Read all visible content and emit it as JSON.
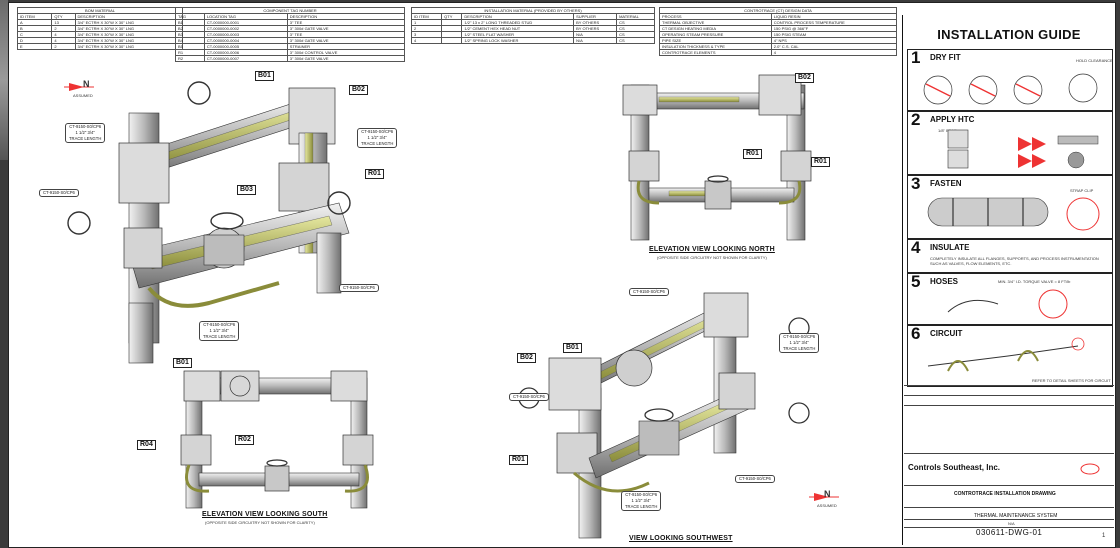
{
  "sheet": {
    "bom_table": {
      "caption": "BOM MATERIAL",
      "headers": [
        "ID ITEM",
        "QTY",
        "DESCRIPTION"
      ],
      "rows": [
        [
          "A",
          "13",
          "3/4\" ECTRH X 30\"W X 30\" LNG"
        ],
        [
          "B",
          "2",
          "3/4\" ECTRH X 30\"W X 30\" LNG"
        ],
        [
          "C",
          "4",
          "3/4\" ECTRH X 30\"W X 30\" LNG"
        ],
        [
          "D",
          "4",
          "3/4\" ECTRH X 30\"W X 30\" LNG"
        ],
        [
          "E",
          "2",
          "3/4\" ECTRH X 30\"W X 30\" LNG"
        ]
      ]
    },
    "component_table": {
      "caption": "COMPONENT TAG NUMBER",
      "headers": [
        "TAG",
        "LOCATION TAG",
        "DESCRIPTION"
      ],
      "rows": [
        [
          "B1",
          "CT-0000000-0001",
          "3\" TEE"
        ],
        [
          "B2",
          "CT-0000000-0002",
          "3\" 300# GATE VALVE"
        ],
        [
          "B3",
          "CT-0000000-0003",
          "3\" TEE"
        ],
        [
          "B4",
          "CT-0000000-0004",
          "3\" 300# GATE VALVE"
        ],
        [
          "B5",
          "CT-0000000-0005",
          "STRAINER"
        ],
        [
          "R1",
          "CT-0000000-0006",
          "3\" 300# CONTROL VALVE"
        ],
        [
          "R2",
          "CT-0000000-0007",
          "3\" 300# GATE VALVE"
        ]
      ]
    },
    "install_table": {
      "caption": "INSTALLATION MATERIAL (PROVIDED BY OTHERS)",
      "headers": [
        "ID ITEM",
        "QTY",
        "DESCRIPTION",
        "SUPPLIER",
        "MATERIAL"
      ],
      "rows": [
        [
          "1",
          "",
          "1/2\" 13 x 2\" LONG THREADED STUD",
          "BY OTHERS",
          "CS"
        ],
        [
          "2",
          "",
          "1/2\" CEMENT HEX HEAD NUT",
          "BY OTHERS",
          "CS"
        ],
        [
          "3",
          "",
          "1/2\" STEEL FLAT WASHER",
          "N/A",
          "CS"
        ],
        [
          "4",
          "",
          "1/2\" SPRING LOCK WASHER",
          "N/A",
          "CS"
        ]
      ]
    },
    "design_table": {
      "caption": "CONTROTRACE (CT) DESIGN DATA",
      "rows": [
        [
          "PROCESS",
          "LIQUID RESIN"
        ],
        [
          "THERMAL OBJECTIVE",
          "CONTROL PROCESS TEMPERATURE"
        ],
        [
          "CT DESIGN HEATING MEDIA",
          "150 PSIG @ 366°F"
        ],
        [
          "OPERATING STEAM PRESSURE",
          "150 PSIG STEAM"
        ],
        [
          "PIPE SIZE",
          "4\" NPS"
        ],
        [
          "INSULATION THICKNESS & TYPE",
          "2.0\" C.S. CAL"
        ],
        [
          "CONTROTRACE ELEMENTS",
          "4"
        ]
      ]
    },
    "compass_labels": [
      "N",
      "ASSUMED"
    ],
    "views": {
      "iso_left_callouts": [
        "CT-9150-S0/CP6\n1 1/2\" 3/4\"\nTRACE LENGTH",
        "CT-9150-S0/CP6\n1 1/2\" 3/4\"\nTRACE LENGTH",
        "CT-9150-S0/CP6",
        "CT-9150-S0/CP6",
        "CT-9150-S0/CP6\n1 1/2\" 3/4\"\nTRACE LENGTH"
      ],
      "iso_left_tags": [
        "B01",
        "B02",
        "B03",
        "R01"
      ],
      "north_title": "ELEVATION VIEW LOOKING NORTH",
      "north_sub": "(OPPOSITE SIDE CIRCUITRY NOT SHOWN FOR CLARITY)",
      "north_tags": [
        "B02",
        "R01",
        "R01"
      ],
      "south_title": "ELEVATION VIEW LOOKING SOUTH",
      "south_sub": "(OPPOSITE SIDE CIRCUITRY NOT SHOWN FOR CLARITY)",
      "south_tags": [
        "B01",
        "R04",
        "R02"
      ],
      "sw_title": "VIEW LOOKING SOUTHWEST",
      "sw_callouts": [
        "CT-9150-S0/CP6",
        "CT-9150-S0/CP6\n1 1/2\" 3/4\"\nTRACE LENGTH",
        "CT-9150-S0/CP6",
        "CT-9150-S0/CP6",
        "CT-9150-S0/CP6\n1 1/2\" 3/4\"\nTRACE LENGTH"
      ],
      "sw_tags": [
        "B01",
        "B02",
        "R01"
      ]
    },
    "guide": {
      "title": "INSTALLATION GUIDE",
      "steps": [
        {
          "num": "1",
          "label": "DRY FIT",
          "note": "HOLD CLEARANCE"
        },
        {
          "num": "2",
          "label": "APPLY HTC",
          "note": "1/8\" BEAD"
        },
        {
          "num": "3",
          "label": "FASTEN",
          "note": "STRAP CLIP"
        },
        {
          "num": "4",
          "label": "INSULATE",
          "note": "COMPLETELY INSULATE ALL FLANGES, SUPPORTS, AND PROCESS INSTRUMENTATION SUCH AS VALVES, FLOW ELEMENTS, ETC."
        },
        {
          "num": "5",
          "label": "HOSES",
          "note": "MIN. 3/4\" I.D. TORQUE VALVE = 8 FT/lb"
        },
        {
          "num": "6",
          "label": "CIRCUIT",
          "note": "REFER TO DETAIL SHEETS FOR CIRCUIT"
        }
      ]
    },
    "title_block": {
      "company": "Controls Southeast, Inc.",
      "drawing": "CONTROTRACE INSTALLATION DRAWING",
      "system": "THERMAL MAINTENANCE SYSTEM",
      "project": "N/A",
      "dwg_no": "030611-DWG-01",
      "rev": "1"
    }
  }
}
